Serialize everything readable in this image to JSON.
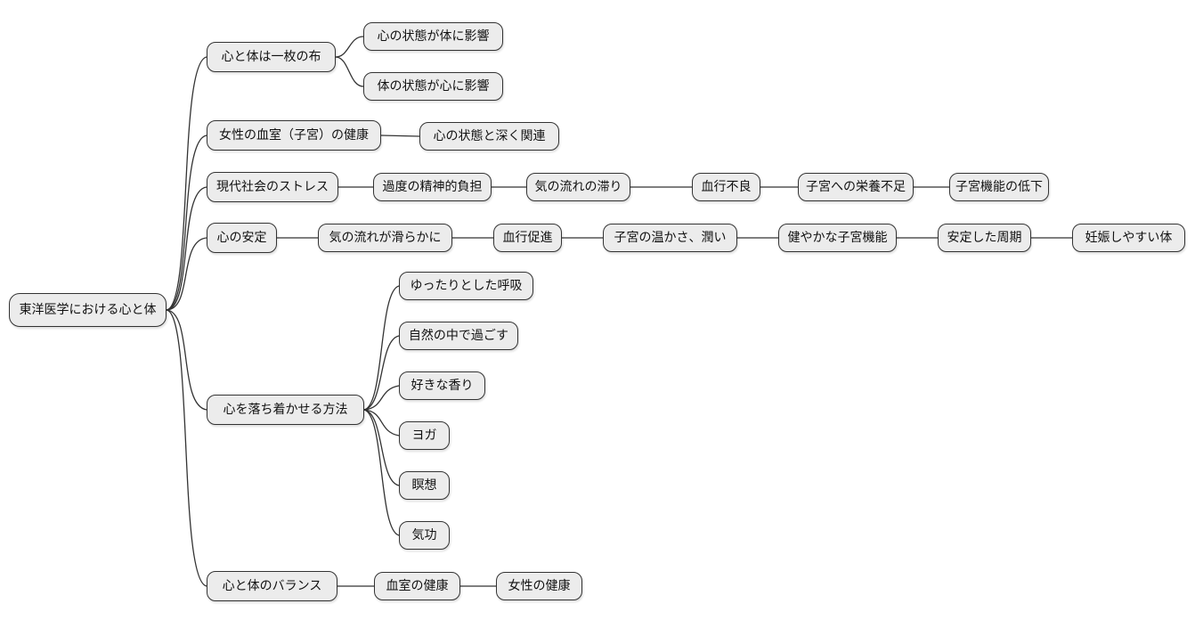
{
  "diagram": {
    "type": "mindmap",
    "title": "東洋医学における心と体",
    "colors": {
      "node_fill": "#ececec",
      "node_border": "#333333",
      "edge": "#333333",
      "background": "#ffffff",
      "text": "#111111"
    },
    "mindmap": {
      "root": {
        "label": "東洋医学における心と体"
      },
      "branches": [
        {
          "label": "心と体は一枚の布",
          "children": [
            {
              "label": "心の状態が体に影響"
            },
            {
              "label": "体の状態が心に影響"
            }
          ]
        },
        {
          "label": "女性の血室（子宮）の健康",
          "children": [
            {
              "label": "心の状態と深く関連"
            }
          ]
        },
        {
          "label": "現代社会のストレス",
          "chain": [
            "過度の精神的負担",
            "気の流れの滞り",
            "血行不良",
            "子宮への栄養不足",
            "子宮機能の低下"
          ]
        },
        {
          "label": "心の安定",
          "chain": [
            "気の流れが滑らかに",
            "血行促進",
            "子宮の温かさ、潤い",
            "健やかな子宮機能",
            "安定した周期",
            "妊娠しやすい体"
          ]
        },
        {
          "label": "心を落ち着かせる方法",
          "children": [
            {
              "label": "ゆったりとした呼吸"
            },
            {
              "label": "自然の中で過ごす"
            },
            {
              "label": "好きな香り"
            },
            {
              "label": "ヨガ"
            },
            {
              "label": "瞑想"
            },
            {
              "label": "気功"
            }
          ]
        },
        {
          "label": "心と体のバランス",
          "chain": [
            "血室の健康",
            "女性の健康"
          ]
        }
      ]
    }
  }
}
